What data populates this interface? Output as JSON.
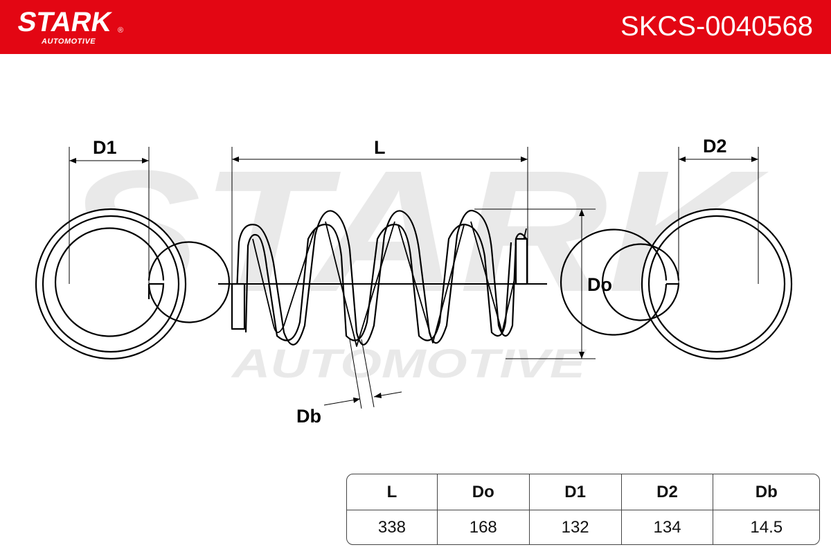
{
  "header": {
    "brand": "STARK",
    "brand_mark": "®",
    "brand_sub": "AUTOMOTIVE",
    "part_number": "SKCS-0040568",
    "color": "#e30613"
  },
  "watermark": {
    "brand": "STARK",
    "brand_sub": "AUTOMOTIVE",
    "mark": "®"
  },
  "labels": {
    "d1": "D1",
    "l": "L",
    "d2": "D2",
    "do": "Do",
    "db": "Db"
  },
  "specs": {
    "headers": [
      "L",
      "Do",
      "D1",
      "D2",
      "Db"
    ],
    "values": [
      "338",
      "168",
      "132",
      "134",
      "14.5"
    ]
  }
}
